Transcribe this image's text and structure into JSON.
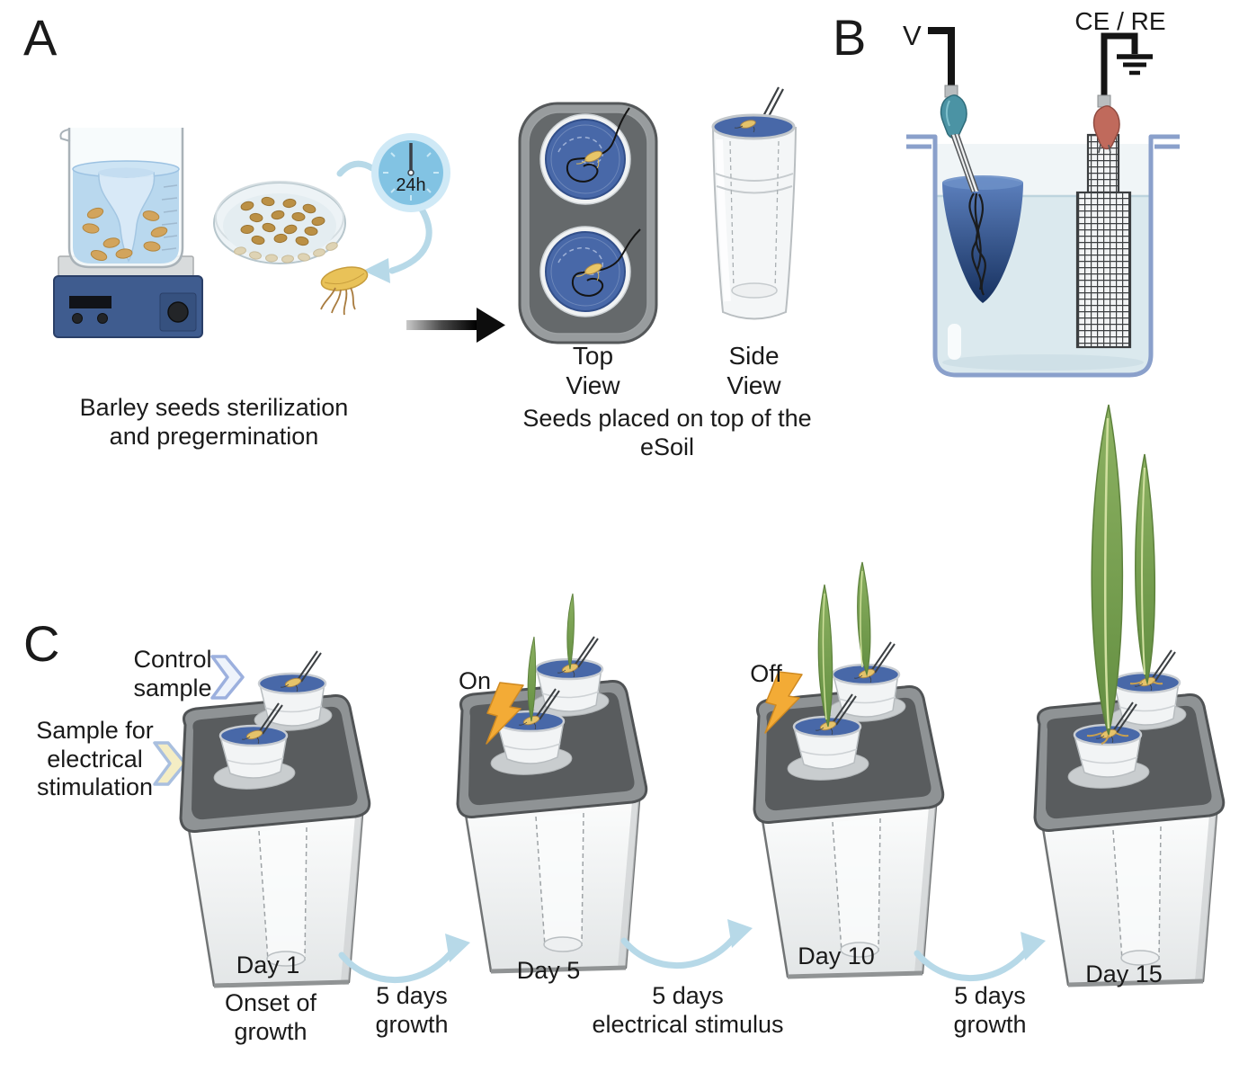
{
  "panel_a": {
    "label": "A",
    "timer": "24h",
    "caption_sterilization": "Barley seeds sterilization\nand pregermination",
    "caption_top_view": "Top\nView",
    "caption_side_view": "Side\nView",
    "caption_seed_placement": "Seeds placed on top of the\neSoil"
  },
  "panel_b": {
    "label": "B",
    "voltage_label": "V",
    "counter_reference_label": "CE / RE"
  },
  "panel_c": {
    "label": "C",
    "control_sample_label": "Control\nsample",
    "stimulated_sample_label": "Sample for\nelectrical\nstimulation",
    "stimulus_on_label": "On",
    "stimulus_off_label": "Off",
    "days": [
      {
        "label": "Day 1",
        "sublabel": "Onset of\ngrowth"
      },
      {
        "label": "Day 5"
      },
      {
        "label": "Day 10"
      },
      {
        "label": "Day 15"
      }
    ],
    "transitions": [
      {
        "label": "5 days\ngrowth"
      },
      {
        "label": "5 days\nelectrical stimulus"
      },
      {
        "label": "5 days\ngrowth"
      }
    ]
  },
  "colors": {
    "esoil_blue": "#4868a8",
    "lid_gray": "#595c5e",
    "arrow_light_blue": "#b7d9e8",
    "lightning_yellow": "#f3ab36",
    "leaf_green": "#79a151",
    "clip_teal": "#4b93a4",
    "clip_red": "#c06a5c",
    "container_outline": "#8aa0cb",
    "seed_tan": "#e5c36a"
  }
}
